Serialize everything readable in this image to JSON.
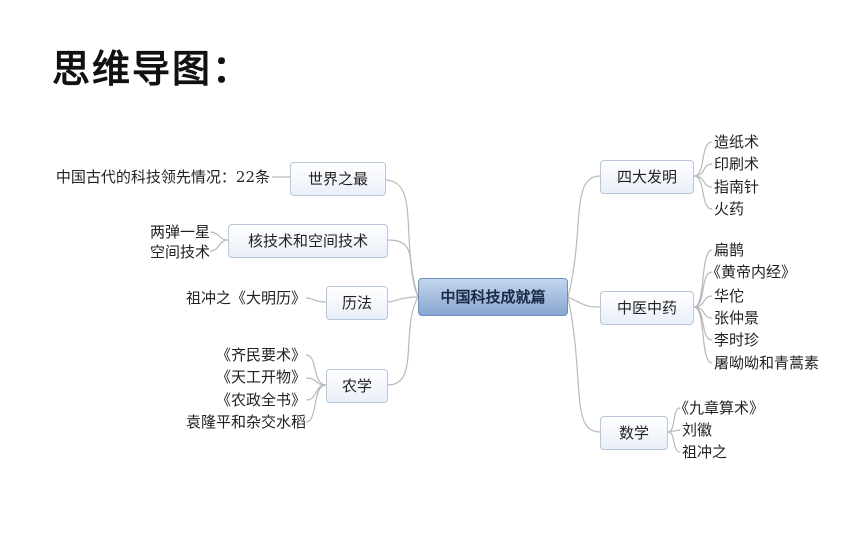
{
  "title": "思维导图：",
  "center": "中国科技成就篇",
  "left_branches": [
    {
      "label": "世界之最",
      "leaves": [
        "中国古代的科技领先情况：22条"
      ]
    },
    {
      "label": "核技术和空间技术",
      "leaves": [
        "两弹一星",
        "空间技术"
      ]
    },
    {
      "label": "历法",
      "leaves": [
        "祖冲之《大明历》"
      ]
    },
    {
      "label": "农学",
      "leaves": [
        "《齐民要术》",
        "《天工开物》",
        "《农政全书》",
        "袁隆平和杂交水稻"
      ]
    }
  ],
  "right_branches": [
    {
      "label": "四大发明",
      "leaves": [
        "造纸术",
        "印刷术",
        "指南针",
        "火药"
      ]
    },
    {
      "label": "中医中药",
      "leaves": [
        "扁鹊",
        "《黄帝内经》",
        "华佗",
        "张仲景",
        "李时珍",
        "屠呦呦和青蒿素"
      ]
    },
    {
      "label": "数学",
      "leaves": [
        "《九章算术》",
        "刘徽",
        "祖冲之"
      ]
    }
  ],
  "colors": {
    "link": "#b9b9b9",
    "center_fill": "#9bb4da",
    "node_border": "#b7c6dc"
  }
}
